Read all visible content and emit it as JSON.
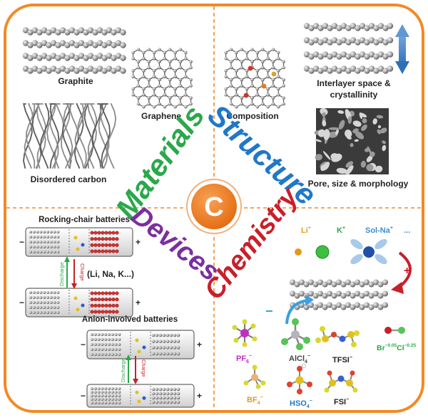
{
  "center": {
    "letter": "C"
  },
  "themes": {
    "materials": "Materials",
    "structure": "Structure",
    "devices": "Devices",
    "chemistry": "Chemistry"
  },
  "materials": {
    "graphite": "Graphite",
    "graphene": "Graphene",
    "disordered": "Disordered carbon"
  },
  "structure": {
    "composition": "Composition",
    "interlayer_1": "Interlayer space &",
    "interlayer_2": "crystallinity",
    "pore": "Pore, size & morphology"
  },
  "devices": {
    "rocking": "Rocking-chair batteries",
    "anion": "Anion-involved batteries",
    "ions": "(Li, Na, K...)",
    "discharge": "Discharge",
    "charge": "Charge",
    "minus": "−",
    "plus": "+"
  },
  "chemistry": {
    "li": "Li",
    "li_sup": "+",
    "k": "K",
    "k_sup": "+",
    "solna": "Sol-Na",
    "solna_sup": "+",
    "more": "...",
    "plus_sign": "+",
    "minus_sign": "−",
    "pf6": "PF",
    "pf6_sub": "6",
    "pf6_sup": "−",
    "alcl4": "AlCl",
    "alcl4_sub": "4",
    "alcl4_sup": "−",
    "tfsi": "TFSI",
    "tfsi_sup": "−",
    "br": "Br",
    "br_sup": "−0.05",
    "cl": "Cl",
    "cl_sup": "−0.25",
    "bf4": "BF",
    "bf4_sub": "4",
    "bf4_sup": "−",
    "hso4": "HSO",
    "hso4_sub": "4",
    "hso4_sup": "−",
    "fsi": "FSI",
    "fsi_sup": "−"
  },
  "colors": {
    "frame": "#f28a24",
    "center": "#f07c1f",
    "materials": "#2aa84a",
    "structure": "#1f78c8",
    "devices": "#7a2fa0",
    "chemistry": "#c8202a"
  }
}
